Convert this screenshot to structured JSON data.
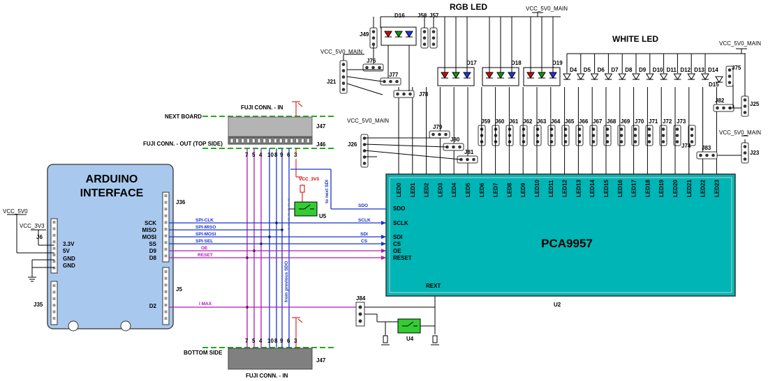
{
  "titles": {
    "rgb_led": "RGB LED",
    "white_led": "WHITE LED",
    "arduino": [
      "ARDUINO",
      "INTERFACE"
    ],
    "pca": "PCA9957",
    "u2": "U2",
    "u4": "U4",
    "u5": "U5"
  },
  "power": {
    "vcc_main": "VCC_5V0_MAIN",
    "vcc_5v0": "VCC_5V0",
    "vcc_3v3": "VCC_3V3"
  },
  "connectors": {
    "next_board": "NEXT BOARD",
    "fuji_in_top": "FUJI CONN. - IN",
    "fuji_out_top": "FUJI CONN. - OUT (TOP SIDE)",
    "bottom_side": "BOTTOM SIDE",
    "fuji_in_bottom": "FUJI CONN. - IN",
    "j47": "J47",
    "j46": "J46",
    "j36": "J36",
    "j35": "J35",
    "j5": "J5",
    "j6": "J6"
  },
  "fuji_pins": [
    "7",
    "5",
    "4",
    "10",
    "8",
    "9",
    "6",
    "3"
  ],
  "arduino_left_pins": [
    "3.3V",
    "5V",
    "GND",
    "GND"
  ],
  "arduino_right_pins": [
    "SCK",
    "MISO",
    "MOSI",
    "SS",
    "D9",
    "D8",
    "D2"
  ],
  "bus_labels": {
    "spi_clk": "SPI-CLK",
    "spi_miso": "SPI-MISO",
    "spi_mosi": "SPI-MOSI",
    "spi_sel": "SPI-SEL",
    "oe": "OE",
    "reset": "RESET",
    "imax": "I MAX",
    "to_next_sdi": "to next SDI",
    "from_prev_sdo": "from previous SDO"
  },
  "net_labels": [
    "SDO",
    "SCLK",
    "SDI",
    "CS"
  ],
  "pca_left_pins": [
    "SDO",
    "SCLK",
    "SDI",
    "CS",
    "OE",
    "RESET"
  ],
  "pca_rext": "REXT",
  "pca_led_pins": [
    "LED0",
    "LED1",
    "LED2",
    "LED3",
    "LED4",
    "LED5",
    "LED6",
    "LED7",
    "LED8",
    "LED9",
    "LED10",
    "LED11",
    "LED12",
    "LED13",
    "LED14",
    "LED15",
    "LED16",
    "LED17",
    "LED18",
    "LED19",
    "LED20",
    "LED21",
    "LED22",
    "LED23"
  ],
  "rgb_parts": [
    "D16",
    "D17",
    "D18",
    "D19"
  ],
  "white_parts": [
    "D4",
    "D5",
    "D6",
    "D7",
    "D8",
    "D9",
    "D10",
    "D11",
    "D12",
    "D13",
    "D14"
  ],
  "white_d15": "D15",
  "jumpers_top": [
    "J59",
    "J60",
    "J61",
    "J62",
    "J63",
    "J64",
    "J65",
    "J66",
    "J67",
    "J68",
    "J69",
    "J70",
    "J71",
    "J72",
    "J73"
  ],
  "jumper_labels": {
    "j49": "J49",
    "j58": "J58",
    "j57": "J57",
    "j76": "J76",
    "j21": "J21",
    "j77": "J77",
    "j78": "J78",
    "j79": "J79",
    "j80": "J80",
    "j81": "J81",
    "j26": "J26",
    "j74": "J74",
    "j75": "J75",
    "j82": "J82",
    "j25": "J25",
    "j83": "J83",
    "j23": "J23",
    "j84": "J84"
  },
  "colors": {
    "board_fill": "#a9c8ee",
    "pca_fill": "#00b5b5",
    "spi_blue": "#1a33cc",
    "ctrl_magenta": "#b01ab0",
    "power_red": "#d00000",
    "switch_green": "#33cc33",
    "led_red": "#e00000",
    "led_green": "#00a000",
    "led_blue": "#2233ee",
    "connector_grey": "#b4b4b4",
    "connector_dark": "#808080",
    "dashed_green": "#22aa22"
  },
  "icons": [
    "led-diode-icon",
    "ground-icon",
    "switch-icon",
    "header-pin-icon",
    "resistor-icon"
  ]
}
